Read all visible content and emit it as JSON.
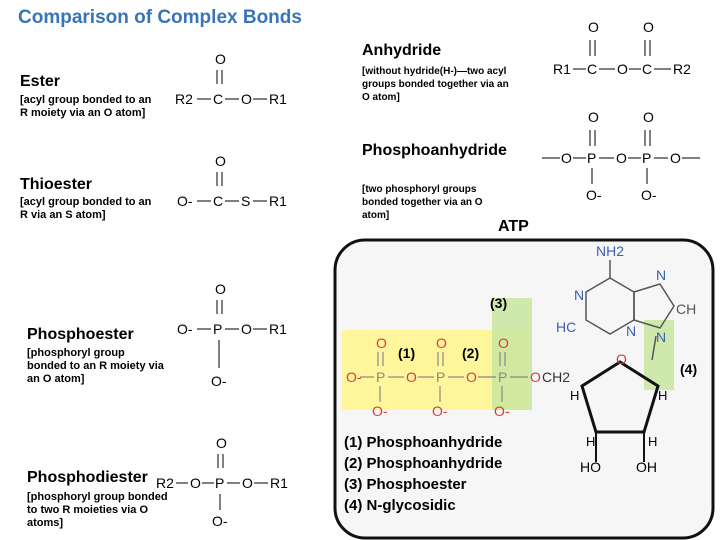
{
  "title": "Comparison of Complex Bonds",
  "bonds": {
    "ester": {
      "name": "Ester",
      "desc": "[acyl group bonded to an R moiety via an O atom]"
    },
    "thioester": {
      "name": "Thioester",
      "desc": "[acyl group bonded to an R via an S atom]"
    },
    "phosphoester": {
      "name": "Phosphoester",
      "desc": "[phosphoryl group bonded to an R moiety via an O atom]"
    },
    "phosphodiester": {
      "name": "Phosphodiester",
      "desc": "[phosphoryl group bonded to two R moieties via O atoms]"
    },
    "anhydride": {
      "name": "Anhydride",
      "desc": "[without hydride(H-)—two acyl groups bonded together via an O atom]"
    },
    "phosphoanhydride": {
      "name": "Phosphoanhydride",
      "desc": "[two phosphoryl groups bonded together via an O atom]"
    }
  },
  "atoms": {
    "O": "O",
    "C": "C",
    "S": "S",
    "P": "P",
    "N": "N",
    "H": "H",
    "R1": "R1",
    "R2": "R2",
    "O_minus": "O-",
    "NH2": "NH2",
    "CH": "CH",
    "HC": "HC",
    "CH2": "CH2",
    "HO": "HO",
    "OH": "OH",
    "O_minus_sup": "O"
  },
  "atp": {
    "title": "ATP",
    "tags": [
      "(1)",
      "(2)",
      "(3)",
      "(4)"
    ],
    "legend": [
      "(1) Phosphoanhydride",
      "(2) Phosphoanhydride",
      "(3) Phosphoester",
      "(4) N-glycosidic"
    ]
  },
  "colors": {
    "title": "#3a74b8",
    "highlight": "#fff59a",
    "phosphate_green": "#c8e6a0",
    "oxygen": "#d04040",
    "nitrogen": "#3a5fb0"
  }
}
